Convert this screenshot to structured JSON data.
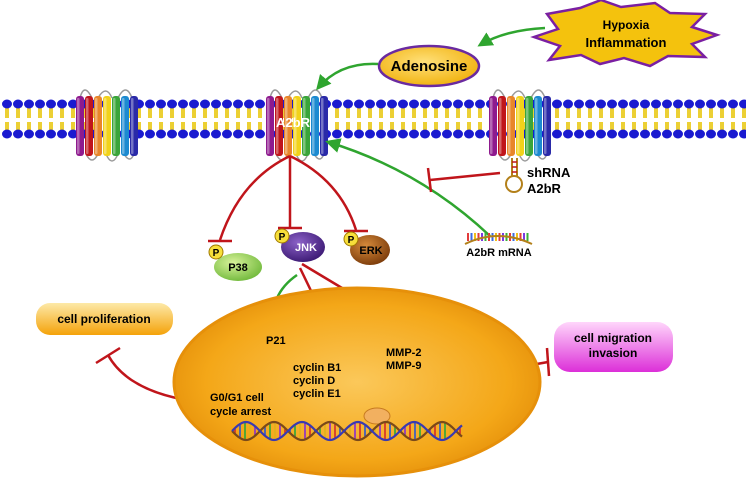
{
  "labels": {
    "hypoxia": "Hypoxia",
    "inflammation": "Inflammation",
    "adenosine": "Adenosine",
    "receptor": "A2bR",
    "shrna_line1": "shRNA",
    "shrna_line2": "A2bR",
    "mrna": "A2bR mRNA",
    "phospho": "P",
    "p38": "P38",
    "jnk": "JNK",
    "erk": "ERK",
    "p21": "P21",
    "cyclin_b1": "cyclin B1",
    "cyclin_d": "cyclin D",
    "cyclin_e1": "cyclin E1",
    "mmp2": "MMP-2",
    "mmp9": "MMP-9",
    "arrest_line1": "G0/G1 cell",
    "arrest_line2": "cycle arrest",
    "proliferation": "cell proliferation",
    "migration_line1": "cell migration",
    "migration_line2": "invasion"
  },
  "colors": {
    "activation_arrow": "#2fa52f",
    "inhibition_line": "#c0151b",
    "membrane_head": "#1a1ad0",
    "membrane_tail": "#e8c400",
    "adenosine_fill": "#f0b800",
    "adenosine_stroke": "#6a2aa0",
    "star_fill": "#f4c20d",
    "star_stroke": "#7a1fa2",
    "nucleus_fill": "#f2a30f",
    "p38_fill": "#8fd14f",
    "jnk_fill": "#5b2d90",
    "erk_fill": "#a05a1a",
    "phospho_fill": "#f7df3a",
    "proliferation_fill": "#f7b21b",
    "migration_fill": "#e43ee0"
  },
  "icons": [
    "receptor-7tm-icon",
    "membrane-bilayer-icon",
    "shrna-hairpin-icon",
    "mrna-strand-icon",
    "dna-helix-icon",
    "phosphate-icon"
  ]
}
